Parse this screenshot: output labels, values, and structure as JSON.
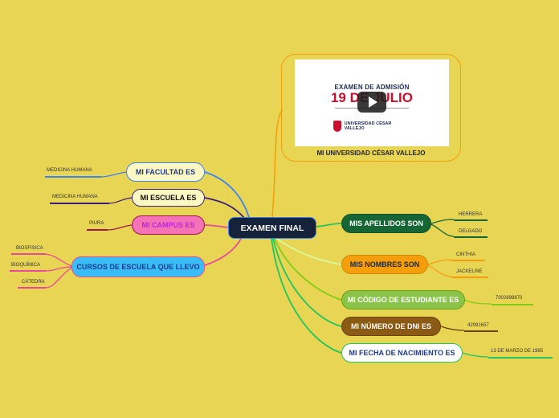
{
  "central": {
    "label": "EXAMEN FINAL"
  },
  "card": {
    "title": "MI UNIVERSIDAD CÉSAR VALLEJO",
    "thumb_line1": "EXAMEN DE ADMISIÓN",
    "thumb_line2": "19 DE JULIO",
    "thumb_logo_text": "UNIVERSIDAD CÉSAR VALLEJO"
  },
  "left_branches": [
    {
      "label": "MI FACULTAD ES",
      "bg": "#fef9c3",
      "border": "#3b82f6",
      "color": "#1e3a8a",
      "leaves": [
        "MEDICINA HUMANA"
      ]
    },
    {
      "label": "MI ESCUELA ES",
      "bg": "#fef9c3",
      "border": "#3b1f7a",
      "color": "#111111",
      "leaves": [
        "MEDICINA HUMANA"
      ]
    },
    {
      "label": "MI CAMPUS ES",
      "bg": "#f472b6",
      "border": "#9d174d",
      "color": "#c026d3",
      "leaves": [
        "PIURA"
      ]
    },
    {
      "label": "CURSOS DE ESCUELA QUE LLEVO",
      "bg": "#38bdf8",
      "border": "#ec4899",
      "color": "#1e3a8a",
      "leaves": [
        "BIOSFISICA",
        "BIOQUÍMICA",
        "CÁTEDRA"
      ]
    }
  ],
  "right_branches": [
    {
      "label": "MIS APELLIDOS SON",
      "bg": "#166534",
      "border": "#14532d",
      "color": "#ffffff",
      "leaves": [
        "HERRERA",
        "DELGADO"
      ]
    },
    {
      "label": "MIS NOMBRES SON",
      "bg": "#f59e0b",
      "border": "#ca8a04",
      "color": "#1f2937",
      "leaves": [
        "CINTHIA",
        "JACKELINE"
      ]
    },
    {
      "label": "MI CÓDIGO DE ESTUDIANTE ES",
      "bg": "#8bc34a",
      "border": "#65a30d",
      "color": "#ffffff",
      "leaves": [
        "7002698870"
      ]
    },
    {
      "label": "MI NÚMERO DE DNI ES",
      "bg": "#8b5a14",
      "border": "#6b4410",
      "color": "#ffffff",
      "leaves": [
        "42991657"
      ]
    },
    {
      "label": "MI FECHA DE NACIMIENTO ES",
      "bg": "#ffffff",
      "border": "#22c55e",
      "color": "#1e3a8a",
      "leaves": [
        "13 DE MARZO DE 1985"
      ]
    }
  ]
}
